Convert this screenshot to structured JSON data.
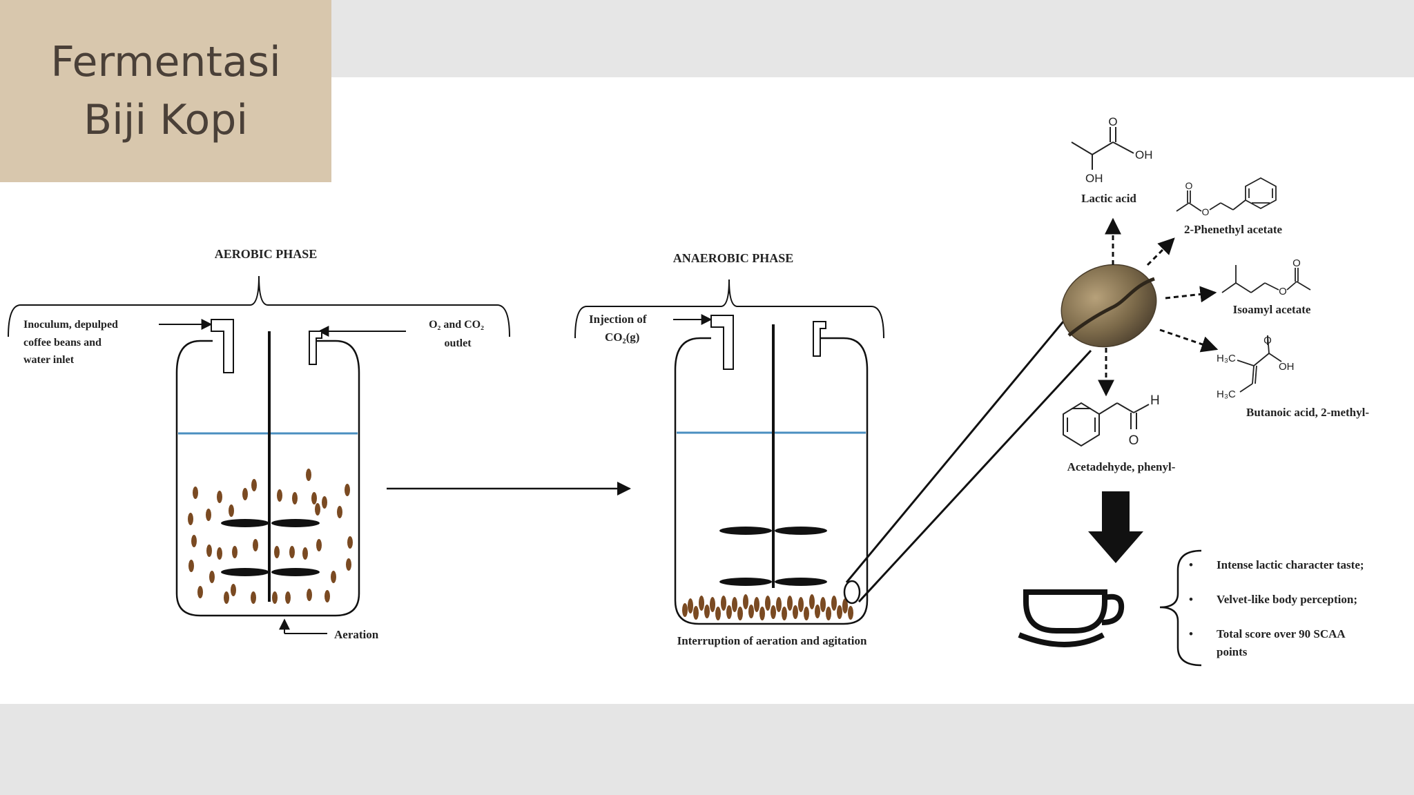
{
  "slide": {
    "title": "Fermentasi Biji Kopi"
  },
  "aerobic": {
    "phase_label": "AEROBIC PHASE",
    "inlet_label": [
      "Inoculum, depulped",
      "coffee    beans    and",
      "water inlet"
    ],
    "outlet_label": [
      "O₂ and CO₂",
      "outlet"
    ],
    "aeration_label": "Aeration"
  },
  "anaerobic": {
    "phase_label": "ANAEROBIC PHASE",
    "injection_label": [
      "Injection   of",
      "CO₂(g)"
    ],
    "interruption_label": "Interruption  of aeration and agitation"
  },
  "compounds": {
    "lactic_acid": "Lactic acid",
    "phenethyl_acetate": "2-Phenethyl acetate",
    "isoamyl_acetate": "Isoamyl acetate",
    "butanoic_acid": "Butanoic acid, 2-methyl-",
    "acetaldehyde": "Acetadehyde, phenyl-",
    "atoms": {
      "o": "O",
      "oh": "OH",
      "h": "H",
      "h3c": "H₃C"
    }
  },
  "outcomes": {
    "bullet": "•",
    "items": [
      "Intense lactic character taste;",
      "Velvet-like body perception;",
      "Total   score   over   90   SCAA"
    ],
    "item3_continued": "points"
  },
  "icons": {
    "coffee_bean": "coffee-bean-icon",
    "coffee_cup": "coffee-cup-icon",
    "down_arrow": "down-arrow-icon"
  },
  "colors": {
    "title_bg": "#d8c7ad",
    "bean_brown": "#7a4a22",
    "water_line": "#4a8fc0"
  }
}
